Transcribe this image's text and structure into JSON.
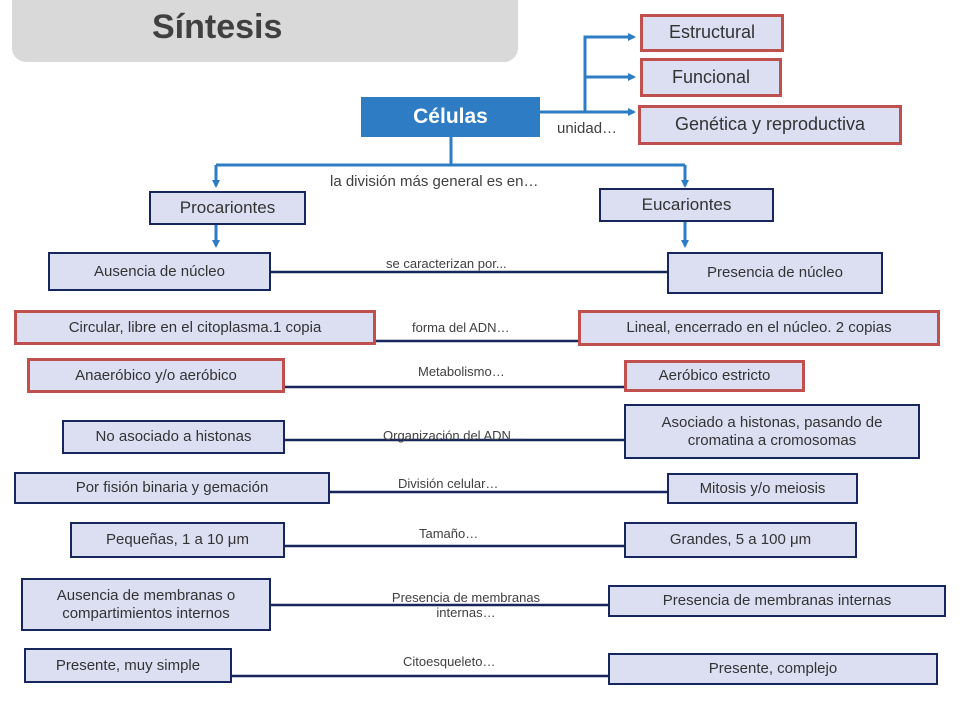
{
  "title": "Síntesis",
  "root": "Células",
  "root_label": "unidad…",
  "unit_types": [
    "Estructural",
    "Funcional",
    "Genética y reproductiva"
  ],
  "division_label": "la división más general es en…",
  "branches": {
    "left": "Procariontes",
    "right": "Eucariontes"
  },
  "rows": [
    {
      "label": "se caracterizan por...",
      "left": "Ausencia de núcleo",
      "right": "Presencia de núcleo"
    },
    {
      "label": "forma del ADN…",
      "left": "Circular, libre en el citoplasma.1 copia",
      "right": "Lineal, encerrado en el núcleo. 2 copias"
    },
    {
      "label": "Metabolismo…",
      "left": "Anaeróbico y/o aeróbico",
      "right": "Aeróbico estricto"
    },
    {
      "label": "Organización del ADN…",
      "left": "No asociado a histonas",
      "right": "Asociado a histonas, pasando de cromatina a cromosomas"
    },
    {
      "label": "División celular…",
      "left": "Por fisión binaria y gemación",
      "right": "Mitosis y/o meiosis"
    },
    {
      "label": "Tamaño…",
      "left": "Pequeñas, 1 a 10 μm",
      "right": "Grandes, 5 a 100 μm"
    },
    {
      "label": "Presencia de membranas internas…",
      "left": "Ausencia de membranas o compartimientos internos",
      "right": "Presencia de membranas internas"
    },
    {
      "label": "Citoesqueleto…",
      "left": "Presente, muy simple",
      "right": "Presente, complejo"
    }
  ]
}
